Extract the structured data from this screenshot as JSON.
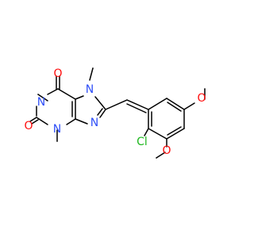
{
  "structure": {
    "atoms": [
      {
        "id": "o6",
        "symbol": "O",
        "color": "#ff0d0d"
      },
      {
        "id": "n7",
        "symbol": "N",
        "color": "#3050f8"
      },
      {
        "id": "me7",
        "symbol": "CH3",
        "color": "#000000"
      },
      {
        "id": "n1",
        "symbol": "N",
        "color": "#3050f8"
      },
      {
        "id": "me1",
        "symbol": "CH3",
        "color": "#000000"
      },
      {
        "id": "o2",
        "symbol": "O",
        "color": "#ff0d0d"
      },
      {
        "id": "n3",
        "symbol": "N",
        "color": "#3050f8"
      },
      {
        "id": "me3",
        "symbol": "CH3",
        "color": "#000000"
      },
      {
        "id": "n9",
        "symbol": "N",
        "color": "#3050f8"
      },
      {
        "id": "o4",
        "symbol": "O",
        "color": "#ff0d0d"
      },
      {
        "id": "me4",
        "symbol": "CH3",
        "color": "#000000"
      },
      {
        "id": "o3",
        "symbol": "O",
        "color": "#ff0d0d"
      },
      {
        "id": "me3o",
        "symbol": "CH3",
        "color": "#000000"
      },
      {
        "id": "cl",
        "symbol": "Cl",
        "color": "#1fb81f"
      }
    ]
  }
}
